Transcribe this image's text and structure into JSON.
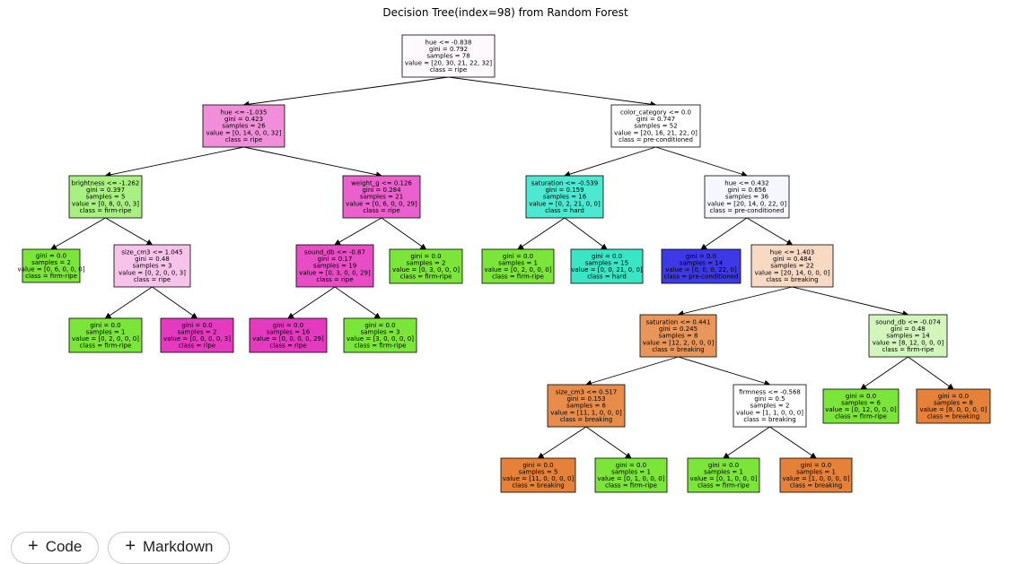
{
  "figure": {
    "title": "Decision Tree(index=98) from Random Forest"
  },
  "toolbar": {
    "code_label": "Code",
    "markdown_label": "Markdown"
  },
  "tree": {
    "nodes": [
      {
        "id": "n0",
        "lines": [
          "hue <= -0.838",
          "gini = 0.792",
          "samples = 78",
          "value = [20, 30, 21, 22, 32]",
          "class = ripe"
        ],
        "color": "#fdf9fd"
      },
      {
        "id": "n1",
        "lines": [
          "hue <= -1.035",
          "gini = 0.423",
          "samples = 26",
          "value = [0, 14, 0, 0, 32]",
          "class = ripe"
        ],
        "color": "#f18ed9"
      },
      {
        "id": "n2",
        "lines": [
          "brightness <= -1.262",
          "gini = 0.397",
          "samples = 5",
          "value = [0, 8, 0, 0, 3]",
          "class = firm-ripe"
        ],
        "color": "#a9f083"
      },
      {
        "id": "n3",
        "lines": [
          "gini = 0.0",
          "samples = 2",
          "value = [0, 6, 0, 0, 0]",
          "class = firm-ripe"
        ],
        "color": "#7be539"
      },
      {
        "id": "n4",
        "lines": [
          "size_cm3 <= 1.045",
          "gini = 0.48",
          "samples = 3",
          "value = [0, 2, 0, 0, 3]",
          "class = ripe"
        ],
        "color": "#f8c3eb"
      },
      {
        "id": "n5",
        "lines": [
          "gini = 0.0",
          "samples = 1",
          "value = [0, 2, 0, 0, 0]",
          "class = firm-ripe"
        ],
        "color": "#7be539"
      },
      {
        "id": "n6",
        "lines": [
          "gini = 0.0",
          "samples = 2",
          "value = [0, 0, 0, 0, 3]",
          "class = ripe"
        ],
        "color": "#e539c0"
      },
      {
        "id": "n7",
        "lines": [
          "weight_g <= 0.126",
          "gini = 0.284",
          "samples = 21",
          "value = [0, 6, 0, 0, 29]",
          "class = ripe"
        ],
        "color": "#ea60cc"
      },
      {
        "id": "n8",
        "lines": [
          "sound_db <= -0.87",
          "gini = 0.17",
          "samples = 19",
          "value = [0, 3, 0, 0, 29]",
          "class = ripe"
        ],
        "color": "#e84dc6"
      },
      {
        "id": "n9",
        "lines": [
          "gini = 0.0",
          "samples = 16",
          "value = [0, 0, 0, 0, 29]",
          "class = ripe"
        ],
        "color": "#e539c0"
      },
      {
        "id": "n10",
        "lines": [
          "gini = 0.0",
          "samples = 3",
          "value = [3, 0, 0, 0, 0]",
          "class = firm-ripe"
        ],
        "color": "#7be539"
      },
      {
        "id": "n11",
        "lines": [
          "gini = 0.0",
          "samples = 2",
          "value = [0, 3, 0, 0, 0]",
          "class = firm-ripe"
        ],
        "color": "#7be539"
      },
      {
        "id": "n12",
        "lines": [
          "color_category <= 0.0",
          "gini = 0.747",
          "samples = 52",
          "value = [20, 16, 21, 22, 0]",
          "class = pre-conditioned"
        ],
        "color": "#fefeff"
      },
      {
        "id": "n13",
        "lines": [
          "saturation <= -0.539",
          "gini = 0.159",
          "samples = 16",
          "value = [0, 2, 21, 0, 0]",
          "class = hard"
        ],
        "color": "#4ce8d2"
      },
      {
        "id": "n14",
        "lines": [
          "gini = 0.0",
          "samples = 1",
          "value = [0, 2, 0, 0, 0]",
          "class = firm-ripe"
        ],
        "color": "#7be539"
      },
      {
        "id": "n15",
        "lines": [
          "gini = 0.0",
          "samples = 15",
          "value = [0, 0, 21, 0, 0]",
          "class = hard"
        ],
        "color": "#39e5c5"
      },
      {
        "id": "n16",
        "lines": [
          "hue <= 0.432",
          "gini = 0.656",
          "samples = 36",
          "value = [20, 14, 0, 22, 0]",
          "class = pre-conditioned"
        ],
        "color": "#f6f6fe"
      },
      {
        "id": "n17",
        "lines": [
          "gini = 0.0",
          "samples = 14",
          "value = [0, 0, 0, 22, 0]",
          "class = pre-conditioned"
        ],
        "color": "#3c39e5"
      },
      {
        "id": "n18",
        "lines": [
          "hue <= 1.403",
          "gini = 0.484",
          "samples = 22",
          "value = [20, 14, 0, 0, 0]",
          "class = breaking"
        ],
        "color": "#f7d9c4"
      },
      {
        "id": "n19",
        "lines": [
          "saturation <= 0.441",
          "gini = 0.245",
          "samples = 8",
          "value = [12, 2, 0, 0, 0]",
          "class = breaking"
        ],
        "color": "#e9965a"
      },
      {
        "id": "n20",
        "lines": [
          "size_cm3 <= 0.517",
          "gini = 0.153",
          "samples = 6",
          "value = [11, 1, 0, 0, 0]",
          "class = breaking"
        ],
        "color": "#e78c4b"
      },
      {
        "id": "n21",
        "lines": [
          "gini = 0.0",
          "samples = 5",
          "value = [11, 0, 0, 0, 0]",
          "class = breaking"
        ],
        "color": "#e58139"
      },
      {
        "id": "n22",
        "lines": [
          "gini = 0.0",
          "samples = 1",
          "value = [0, 1, 0, 0, 0]",
          "class = firm-ripe"
        ],
        "color": "#7be539"
      },
      {
        "id": "n23",
        "lines": [
          "firmness <= -0.568",
          "gini = 0.5",
          "samples = 2",
          "value = [1, 1, 0, 0, 0]",
          "class = breaking"
        ],
        "color": "#ffffff"
      },
      {
        "id": "n24",
        "lines": [
          "gini = 0.0",
          "samples = 1",
          "value = [0, 1, 0, 0, 0]",
          "class = firm-ripe"
        ],
        "color": "#7be539"
      },
      {
        "id": "n25",
        "lines": [
          "gini = 0.0",
          "samples = 1",
          "value = [1, 0, 0, 0, 0]",
          "class = breaking"
        ],
        "color": "#e58139"
      },
      {
        "id": "n26",
        "lines": [
          "sound_db <= -0.074",
          "gini = 0.48",
          "samples = 14",
          "value = [8, 12, 0, 0, 0]",
          "class = firm-ripe"
        ],
        "color": "#d3f6bd"
      },
      {
        "id": "n27",
        "lines": [
          "gini = 0.0",
          "samples = 6",
          "value = [0, 12, 0, 0, 0]",
          "class = firm-ripe"
        ],
        "color": "#7be539"
      },
      {
        "id": "n28",
        "lines": [
          "gini = 0.0",
          "samples = 8",
          "value = [8, 0, 0, 0, 0]",
          "class = breaking"
        ],
        "color": "#e58139"
      }
    ],
    "edges": [
      [
        "n0",
        "n1"
      ],
      [
        "n0",
        "n12"
      ],
      [
        "n1",
        "n2"
      ],
      [
        "n1",
        "n7"
      ],
      [
        "n2",
        "n3"
      ],
      [
        "n2",
        "n4"
      ],
      [
        "n4",
        "n5"
      ],
      [
        "n4",
        "n6"
      ],
      [
        "n7",
        "n8"
      ],
      [
        "n7",
        "n11"
      ],
      [
        "n8",
        "n9"
      ],
      [
        "n8",
        "n10"
      ],
      [
        "n12",
        "n13"
      ],
      [
        "n12",
        "n16"
      ],
      [
        "n13",
        "n14"
      ],
      [
        "n13",
        "n15"
      ],
      [
        "n16",
        "n17"
      ],
      [
        "n16",
        "n18"
      ],
      [
        "n18",
        "n19"
      ],
      [
        "n18",
        "n26"
      ],
      [
        "n19",
        "n20"
      ],
      [
        "n19",
        "n23"
      ],
      [
        "n20",
        "n21"
      ],
      [
        "n20",
        "n22"
      ],
      [
        "n23",
        "n24"
      ],
      [
        "n23",
        "n25"
      ],
      [
        "n26",
        "n27"
      ],
      [
        "n26",
        "n28"
      ]
    ]
  }
}
